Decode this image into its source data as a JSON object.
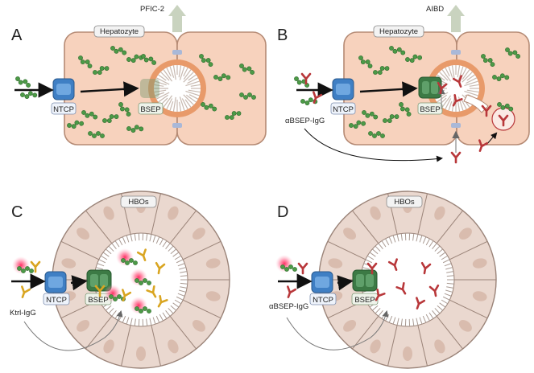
{
  "panels": [
    {
      "letter": "A",
      "top_label": "PFIC-2",
      "cell_label": "Hepatozyte",
      "uptake_label": "NTCP",
      "export_label": "BSEP",
      "antibody_label": ""
    },
    {
      "letter": "B",
      "top_label": "AIBD",
      "cell_label": "Hepatozyte",
      "uptake_label": "NTCP",
      "export_label": "BSEP",
      "antibody_label": "αBSEP-IgG"
    },
    {
      "letter": "C",
      "top_label": "",
      "cell_label": "HBOs",
      "uptake_label": "NTCP",
      "export_label": "BSEP",
      "antibody_label": "Ktrl-IgG"
    },
    {
      "letter": "D",
      "top_label": "",
      "cell_label": "HBOs",
      "uptake_label": "NTCP",
      "export_label": "BSEP",
      "antibody_label": "αBSEP-IgG"
    }
  ],
  "colors": {
    "cell_fill": "#f7d2bd",
    "cell_stroke": "#b58a74",
    "canaliculus_ring": "#e89a6a",
    "transporter_blue": "#3f7fc4",
    "transporter_green": "#3c7a45",
    "bile_acid_green": "#4c9a47",
    "antibody_red": "#b8373a",
    "antibody_gold": "#d9a521",
    "organoid_fill": "#ead8cf",
    "organoid_stroke": "#9a8378",
    "glow_pink": "#ff4f7a",
    "arrow_export": "#c9d3bf"
  }
}
